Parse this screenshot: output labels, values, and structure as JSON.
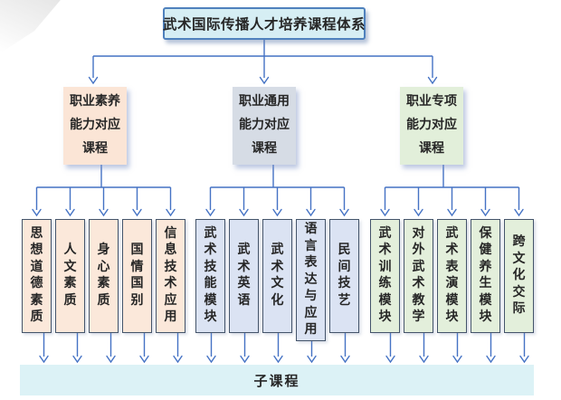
{
  "diagram": {
    "root": {
      "label": "武术国际传播人才培养课程体系"
    },
    "branches": [
      {
        "label_lines": [
          "职业素养",
          "能力对应",
          "课程"
        ],
        "fill": "#fbe5d6"
      },
      {
        "label_lines": [
          "职业通用",
          "能力对应",
          "课程"
        ],
        "fill": "#d6dce5"
      },
      {
        "label_lines": [
          "职业专项",
          "能力对应",
          "课程"
        ],
        "fill": "#e2efda"
      }
    ],
    "courses": {
      "group1": [
        "思想道德素质",
        "人文素质",
        "身心素质",
        "国情国别",
        "信息技术应用"
      ],
      "group2": [
        "武术技能模块",
        "武术英语",
        "武术文化",
        "语言表达与应用",
        "民间技艺"
      ],
      "group3": [
        "武术训练模块",
        "对外武术教学",
        "武术表演模块",
        "保健养生模块",
        "跨文化交际"
      ]
    },
    "footer": {
      "label": "子课程"
    },
    "colors": {
      "connector": "#4472c4",
      "root_fill": "#d6eef4",
      "root_border": "#4f81bd",
      "branch_fills": [
        "#fbe5d6",
        "#d6dce5",
        "#e2efda"
      ],
      "course_fills": [
        "#fbe8da",
        "#dbe3f3",
        "#e3efdb"
      ],
      "course_border": "#44546a",
      "footer_fill": "#dcf2f6",
      "text": "#262626"
    }
  }
}
